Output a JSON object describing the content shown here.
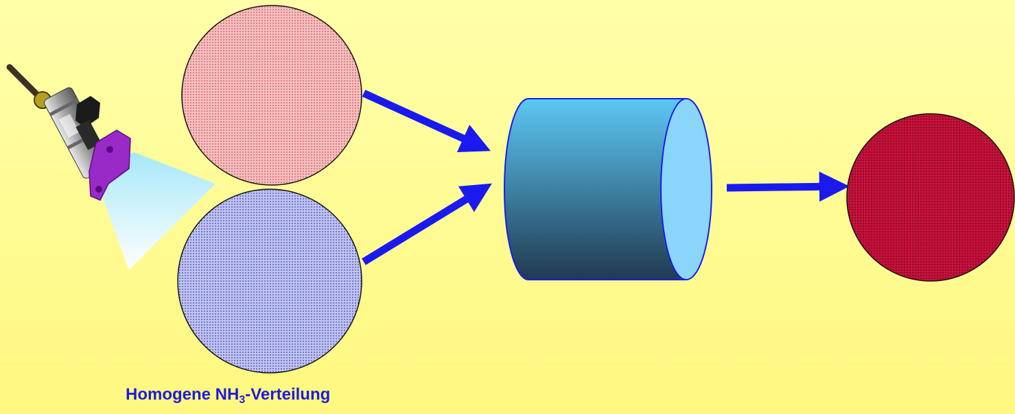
{
  "caption": {
    "prefix": "Homogene NH",
    "subscript": "3",
    "suffix": "-Verteilung"
  },
  "colors": {
    "background_top": "#ffffaa",
    "background_bottom": "#fff880",
    "upper_circle_fill": "#f4c0c0",
    "upper_circle_dots": "#d84a55",
    "lower_circle_fill": "#c0c4f0",
    "lower_circle_dots": "#3a3ab0",
    "result_circle_fill": "#c8103a",
    "result_circle_dots": "#5a0a20",
    "arrow": "#1a1af0",
    "cylinder_top": "#5cc8f5",
    "cylinder_bottom": "#203a50",
    "cylinder_face": "#8ad6fa",
    "spray": "#bff0fb",
    "injector_flange": "#9a2ac8",
    "caption_text": "#1c1ce0"
  },
  "icons": [
    "injector-icon",
    "spray-cone",
    "mixer-cylinder-icon"
  ]
}
